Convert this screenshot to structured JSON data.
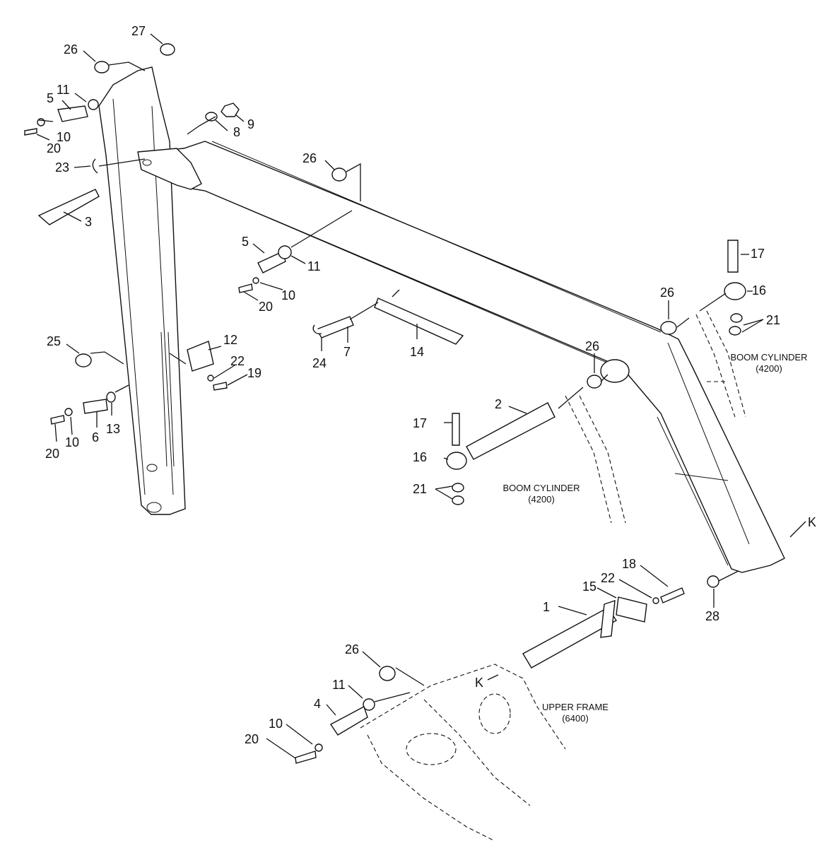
{
  "callouts": [
    "27",
    "26",
    "11",
    "5",
    "10",
    "20",
    "9",
    "8",
    "23",
    "3",
    "26",
    "5",
    "11",
    "10",
    "20",
    "24",
    "7",
    "14",
    "17",
    "16",
    "21",
    "26",
    "12",
    "22",
    "19",
    "25",
    "20",
    "10",
    "6",
    "13",
    "17",
    "16",
    "21",
    "2",
    "26",
    "18",
    "22",
    "15",
    "1",
    "28",
    "26",
    "11",
    "4",
    "10",
    "20"
  ],
  "captions": {
    "boom_cylinder_right": {
      "line1": "BOOM CYLINDER",
      "line2": "(4200)"
    },
    "boom_cylinder_center": {
      "line1": "BOOM CYLINDER",
      "line2": "(4200)"
    },
    "upper_frame": {
      "line1": "UPPER FRAME",
      "line2": "(6400)"
    }
  },
  "ref_marks": [
    "K",
    "K"
  ]
}
